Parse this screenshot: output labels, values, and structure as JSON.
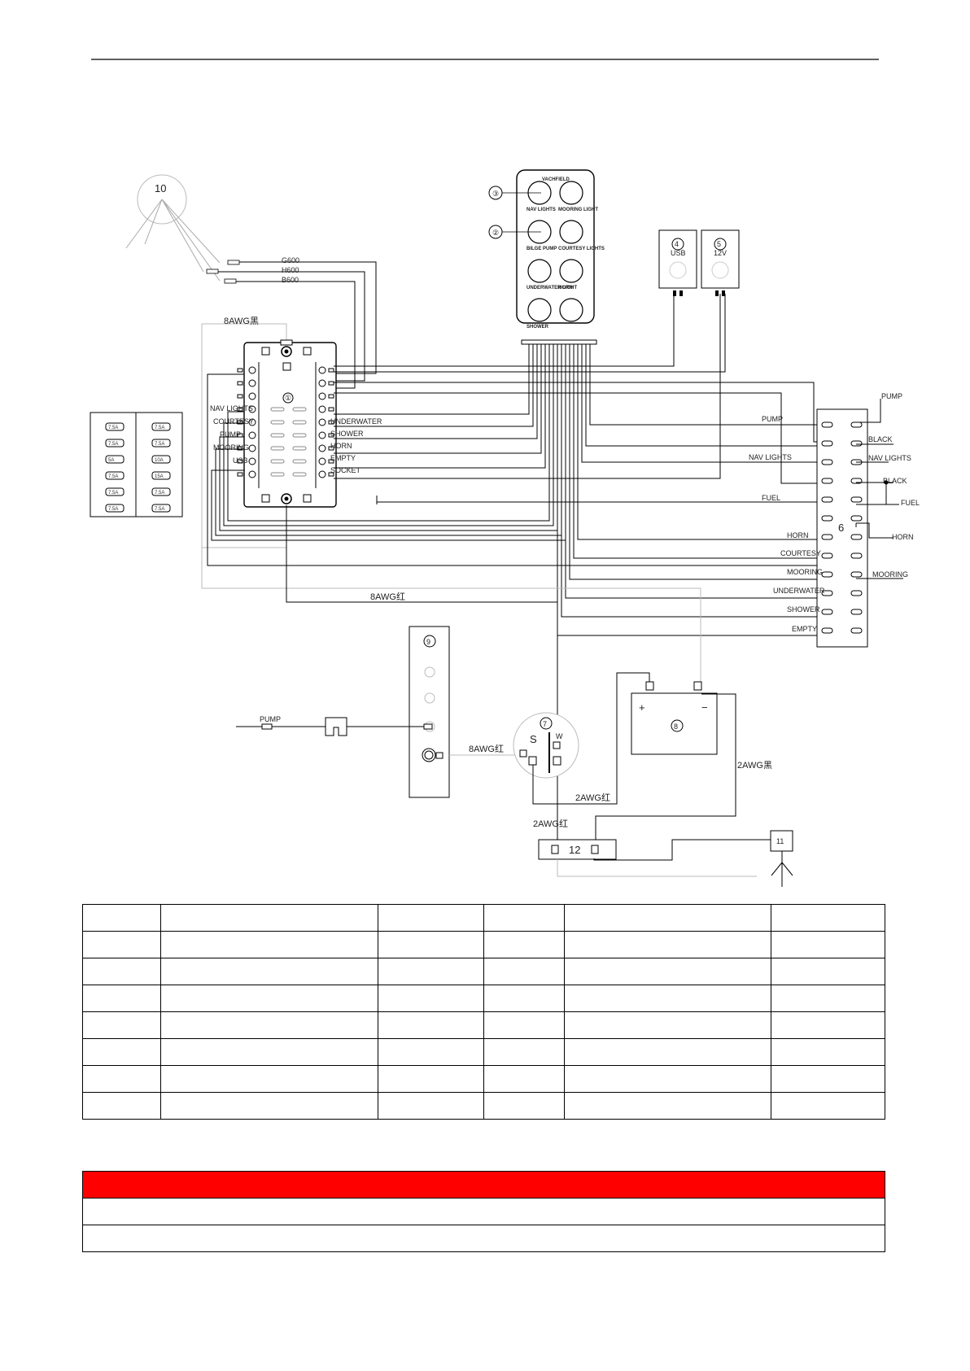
{
  "diagram": {
    "labels": {
      "n1": "①",
      "n2": "②",
      "n3": "③",
      "n4": "4",
      "n5": "5",
      "n6": "6",
      "n7": "7",
      "n8": "8",
      "n9": "9",
      "n10": "10",
      "n11": "11",
      "n12": "12",
      "usb": "USB",
      "v12": "12V",
      "wire_g600": "G600",
      "wire_h600": "H600",
      "wire_b600": "B600",
      "awg8_black": "8AWG黑",
      "awg8_red": "8AWG红",
      "awg8_red_2": "8AWG红",
      "awg2_red": "2AWG红",
      "awg2_red_2": "2AWG红",
      "awg2_black": "2AWG黑",
      "plus": "+",
      "minus": "−",
      "s": "S",
      "w": "W",
      "pump_in": "PUMP"
    },
    "fuse_left": [
      "NAV LIGHTS",
      "COURTESY",
      "PUMP",
      "MOORING",
      "USB"
    ],
    "fuse_right": [
      "UNDERWATER",
      "SHOWER",
      "HORN",
      "EMPTY",
      "SOCKET"
    ],
    "terminal_left": [
      "PUMP",
      "NAV LIGHTS",
      "FUEL",
      "HORN",
      "COURTESY",
      "MOORING",
      "UNDERWATER",
      "SHOWER",
      "EMPTY"
    ],
    "terminal_right": [
      "PUMP",
      "BLACK",
      "NAV LIGHTS",
      "BLACK",
      "FUEL",
      "HORN",
      "MOORING"
    ],
    "fuse_values": [
      "7.5A",
      "7.5A",
      "7.5A",
      "7.5A",
      "5A",
      "10A",
      "7.5A",
      "15A",
      "7.5A",
      "7.5A",
      "7.5A",
      "7.5A"
    ],
    "switch_panel": {
      "brand": "VACHFIELD",
      "buttons": [
        "NAV LIGHTS",
        "MOORING LIGHT",
        "BILGE PUMP",
        "COURTESY LIGHTS",
        "UNDERWATER LIGHT",
        "HORN",
        "SHOWER",
        ""
      ]
    }
  }
}
